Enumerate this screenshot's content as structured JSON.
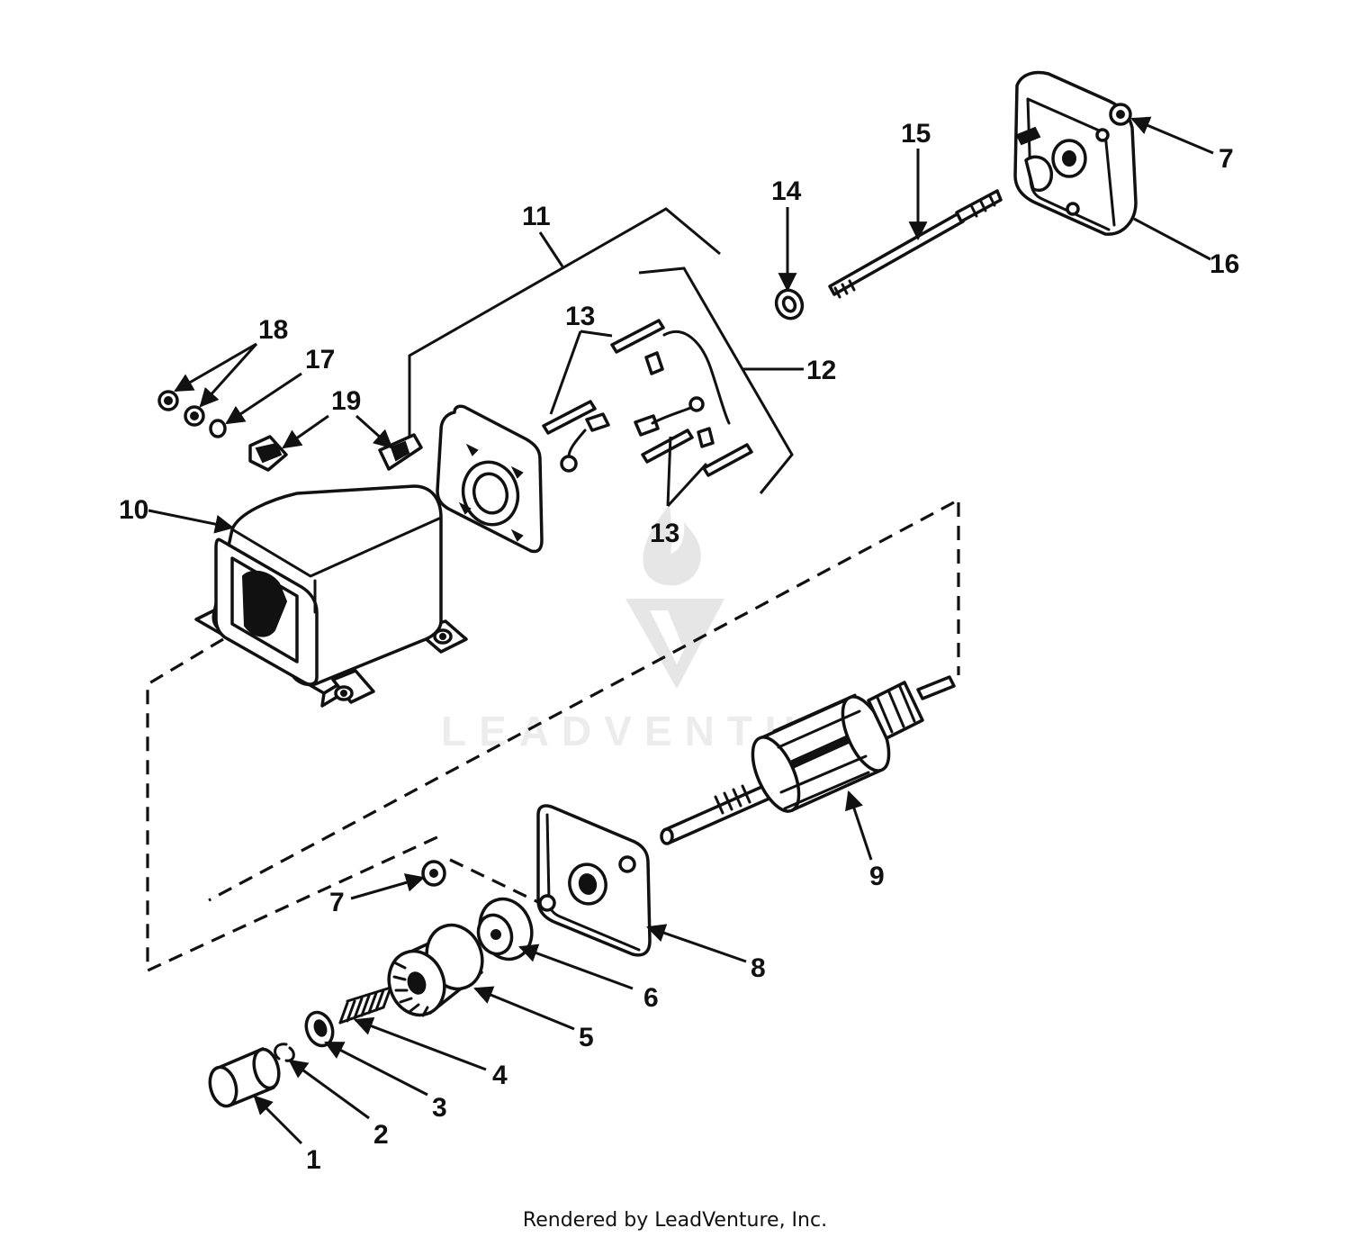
{
  "diagram": {
    "callouts": [
      "1",
      "2",
      "3",
      "4",
      "5",
      "6",
      "7",
      "8",
      "9",
      "10",
      "11",
      "12",
      "13",
      "14",
      "15",
      "16",
      "17",
      "18",
      "19"
    ],
    "watermark": "LEADVENTURE"
  },
  "footer": {
    "credit": "Rendered by LeadVenture, Inc."
  }
}
